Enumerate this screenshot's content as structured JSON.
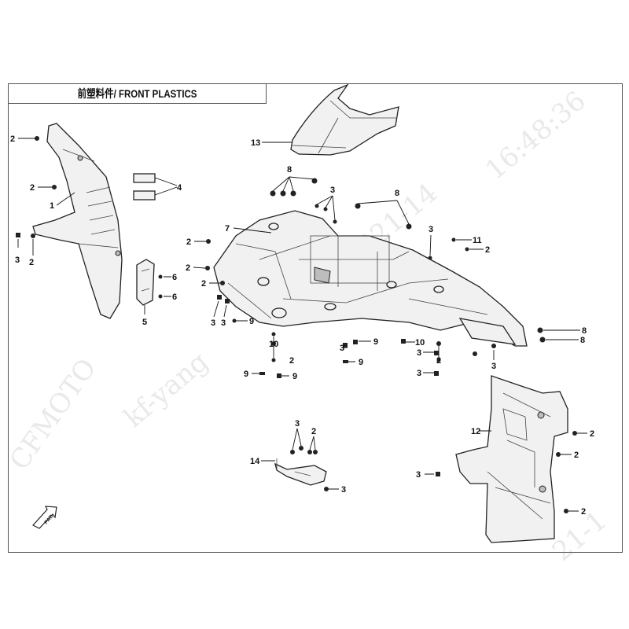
{
  "title": "前塑料件/ FRONT PLASTICS",
  "watermark": {
    "brand": "CFMOTO",
    "user": "kf-yang",
    "date": "2021-14",
    "time": "16:48:36",
    "corner": "21-1"
  },
  "fwd_label": "FWD",
  "callouts": [
    "2",
    "2",
    "4",
    "1",
    "3",
    "2",
    "6",
    "6",
    "5",
    "13",
    "8",
    "3",
    "8",
    "7",
    "2",
    "2",
    "2",
    "3",
    "11",
    "2",
    "3",
    "3",
    "9",
    "10",
    "2",
    "9",
    "9",
    "9",
    "9",
    "3",
    "10",
    "2",
    "3",
    "3",
    "3",
    "8",
    "8",
    "12",
    "2",
    "2",
    "3",
    "2",
    "3",
    "2",
    "14",
    "3"
  ]
}
